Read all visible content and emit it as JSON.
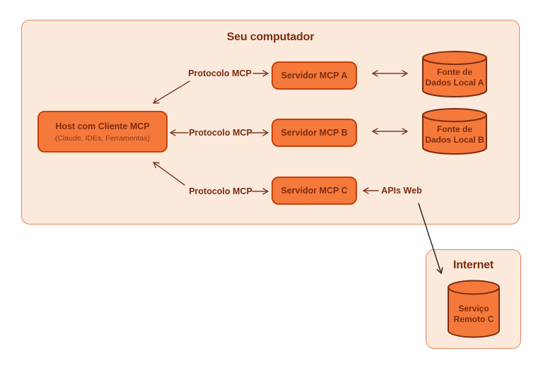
{
  "diagram": {
    "computer_box": {
      "title": "Seu computador"
    },
    "internet_box": {
      "title": "Internet"
    },
    "host": {
      "title": "Host com Cliente MCP",
      "subtitle": "(Claude, IDEs, Ferramentas)"
    },
    "servers": [
      {
        "label": "Servidor MCP A"
      },
      {
        "label": "Servidor MCP B"
      },
      {
        "label": "Servidor MCP C"
      }
    ],
    "datastores": [
      {
        "line1": "Fonte de",
        "line2": "Dados Local A"
      },
      {
        "line1": "Fonte de",
        "line2": "Dados Local B"
      }
    ],
    "remote_service": {
      "line1": "Serviço",
      "line2": "Remoto C"
    },
    "labels": {
      "protocol_1": "Protocolo MCP",
      "protocol_2": "Protocolo MCP",
      "protocol_3": "Protocolo MCP",
      "apis_web": "APIs Web"
    },
    "colors": {
      "node_fill": "#F4793B",
      "node_border": "#C2410C",
      "container_fill": "#FBE9DC",
      "container_border": "#E4855A",
      "text_dark": "#7C2D12",
      "arrow_brown": "#7C3A21",
      "arrow_dark": "#2F2B28"
    }
  }
}
